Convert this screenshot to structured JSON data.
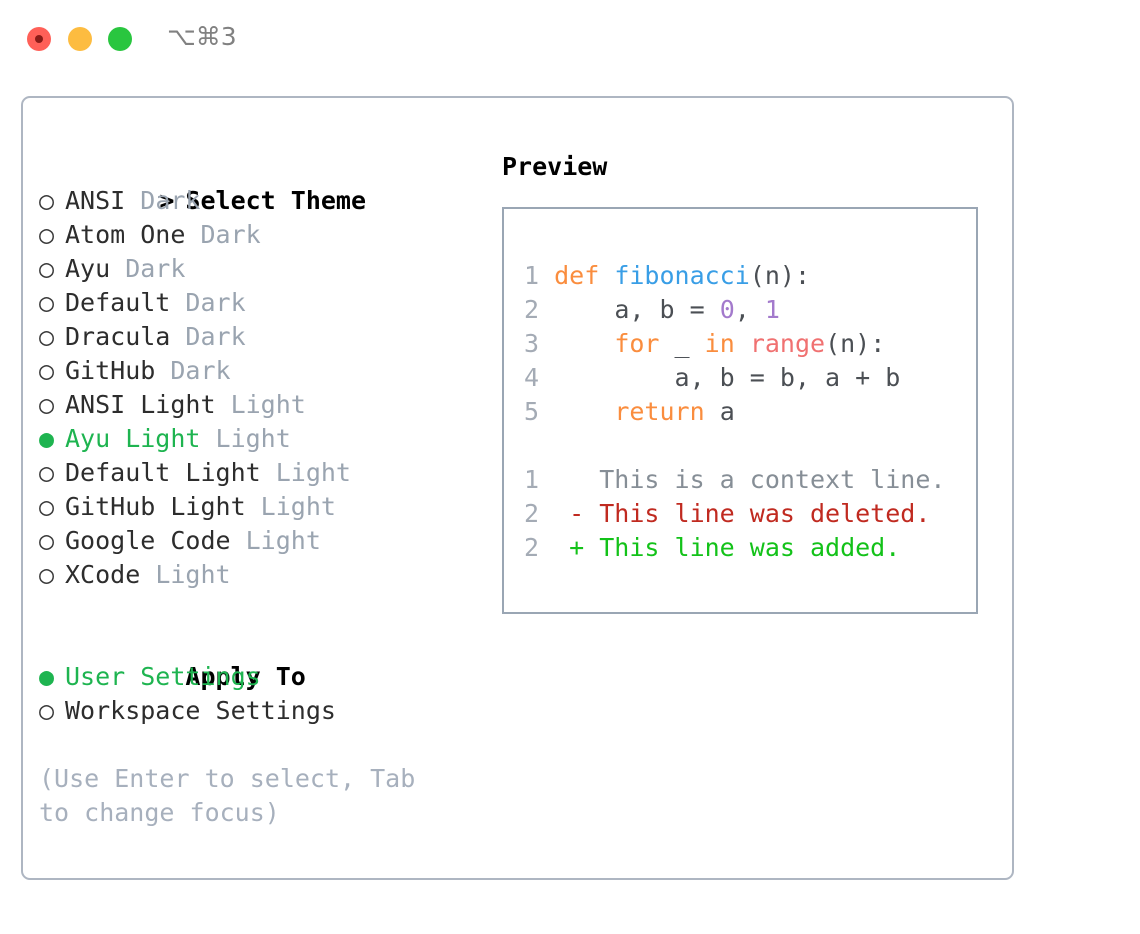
{
  "window": {
    "shortcut": "⌥⌘3",
    "controls": [
      "close",
      "minimize",
      "maximize"
    ]
  },
  "left": {
    "section_heading": "Select Theme",
    "prompt_marker": ">",
    "marker_unselected": "○",
    "marker_selected": "●",
    "themes": [
      {
        "name": "ANSI",
        "tag": "Dark",
        "selected": false
      },
      {
        "name": "Atom One",
        "tag": "Dark",
        "selected": false
      },
      {
        "name": "Ayu",
        "tag": "Dark",
        "selected": false
      },
      {
        "name": "Default",
        "tag": "Dark",
        "selected": false
      },
      {
        "name": "Dracula",
        "tag": "Dark",
        "selected": false
      },
      {
        "name": "GitHub",
        "tag": "Dark",
        "selected": false
      },
      {
        "name": "ANSI Light",
        "tag": "Light",
        "selected": false
      },
      {
        "name": "Ayu Light",
        "tag": "Light",
        "selected": true
      },
      {
        "name": "Default Light",
        "tag": "Light",
        "selected": false
      },
      {
        "name": "GitHub Light",
        "tag": "Light",
        "selected": false
      },
      {
        "name": "Google Code",
        "tag": "Light",
        "selected": false
      },
      {
        "name": "XCode",
        "tag": "Light",
        "selected": false
      }
    ],
    "apply_heading": "Apply To",
    "apply_options": [
      {
        "label": "User Settings",
        "selected": true
      },
      {
        "label": "Workspace Settings",
        "selected": false
      }
    ],
    "hint": "(Use Enter to select, Tab to change focus)"
  },
  "right": {
    "preview_heading": "Preview",
    "code_lines": [
      {
        "num": "1",
        "tokens": [
          {
            "t": "def ",
            "c": "kw"
          },
          {
            "t": "fibonacci",
            "c": "fn"
          },
          {
            "t": "(n):",
            "c": "plain"
          }
        ]
      },
      {
        "num": "2",
        "tokens": [
          {
            "t": "    a, b = ",
            "c": "plain"
          },
          {
            "t": "0",
            "c": "num"
          },
          {
            "t": ", ",
            "c": "plain"
          },
          {
            "t": "1",
            "c": "num"
          }
        ]
      },
      {
        "num": "3",
        "tokens": [
          {
            "t": "    ",
            "c": "plain"
          },
          {
            "t": "for",
            "c": "kw"
          },
          {
            "t": " _ ",
            "c": "plain"
          },
          {
            "t": "in",
            "c": "kw"
          },
          {
            "t": " ",
            "c": "plain"
          },
          {
            "t": "range",
            "c": "built"
          },
          {
            "t": "(n):",
            "c": "plain"
          }
        ]
      },
      {
        "num": "4",
        "tokens": [
          {
            "t": "        a, b = b, a + b",
            "c": "plain"
          }
        ]
      },
      {
        "num": "5",
        "tokens": [
          {
            "t": "    ",
            "c": "plain"
          },
          {
            "t": "return",
            "c": "kw"
          },
          {
            "t": " a",
            "c": "plain"
          }
        ]
      }
    ],
    "diff_lines": [
      {
        "num": "1",
        "sign": " ",
        "text": "This is a context line.",
        "kind": "ctx"
      },
      {
        "num": "2",
        "sign": "-",
        "text": "This line was deleted.",
        "kind": "del"
      },
      {
        "num": "2",
        "sign": "+",
        "text": "This line was added.",
        "kind": "add"
      }
    ]
  },
  "colors": {
    "accent_green": "#1eb450",
    "tag_gray": "#9aa4b0",
    "hint_gray": "#a7b0bd",
    "keyword_orange": "#fa8d3e",
    "function_blue": "#399ee6",
    "number_purple": "#a37acc",
    "builtin_red": "#f07171",
    "diff_delete": "#c02a20",
    "diff_add": "#13c219",
    "panel_border": "#aeb6c2",
    "preview_border": "#9aa6b4"
  }
}
